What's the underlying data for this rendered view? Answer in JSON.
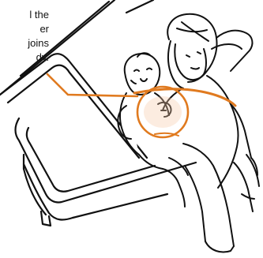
{
  "caption": {
    "lines": [
      "l the",
      "er",
      "joins",
      "dy."
    ]
  },
  "colors": {
    "outline": "#111111",
    "accent": "#e07a1f",
    "skin_tint": "#f6c9a6",
    "background": "#ffffff"
  }
}
